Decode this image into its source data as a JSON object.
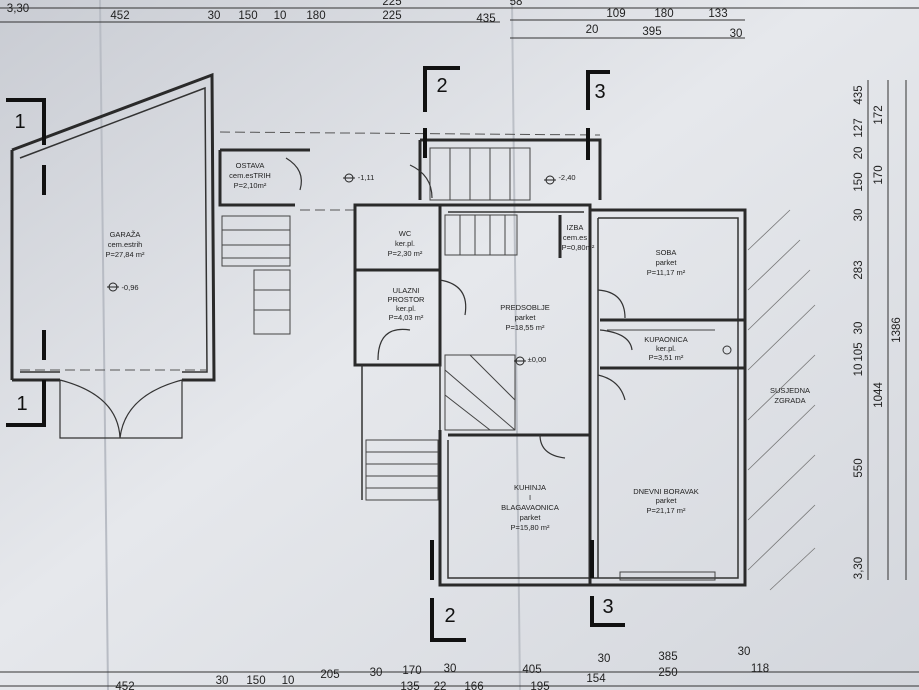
{
  "rooms": [
    {
      "name": "GARAŽA",
      "finish": "cem.estrih",
      "area": "P=27,84 m²"
    },
    {
      "name": "OSTAVA",
      "finish": "cem.esTRIH",
      "area": "P=2,10m²"
    },
    {
      "name": "WC",
      "finish": "ker.pl.",
      "area": "P=2,30 m²"
    },
    {
      "name": "ULAZNI",
      "name2": "PROSTOR",
      "finish": "ker.pl.",
      "area": "P=4,03 m²"
    },
    {
      "name": "PREDSOBLJE",
      "finish": "parket",
      "area": "P=18,55 m²"
    },
    {
      "name": "IZBA",
      "finish": "cem.es",
      "area": "P=0,80m²"
    },
    {
      "name": "SOBA",
      "finish": "parket",
      "area": "P=11,17 m²"
    },
    {
      "name": "KUPAONICA",
      "finish": "ker.pl.",
      "area": "P=3,51 m²"
    },
    {
      "name": "KUHINJA",
      "name2": "I",
      "name3": "BLAGAVAONICA",
      "finish": "parket",
      "area": "P=15,80 m²"
    },
    {
      "name": "DNEVNI BORAVAK",
      "finish": "parket",
      "area": "P=21,17 m²"
    }
  ],
  "levels": [
    "-0,96",
    "-1,11",
    "-2,40",
    "±0,00"
  ],
  "neighbor_label": [
    "SUSJEDNA",
    "ZGRADA"
  ],
  "section_markers": [
    "1",
    "1",
    "2",
    "2",
    "3",
    "3"
  ],
  "top_dims_row1": [
    "3,30",
    "452",
    "30",
    "150",
    "10",
    "180",
    "225",
    "109",
    "180",
    "133"
  ],
  "top_dims_row0": [
    "225",
    "58"
  ],
  "top_dims_row2": [
    "435",
    "20",
    "395",
    "30"
  ],
  "bottom_dims_row1": [
    "30",
    "150",
    "10",
    "205",
    "30",
    "170",
    "30",
    "405",
    "30",
    "385",
    "30"
  ],
  "bottom_dims_row2": [
    "452",
    "154",
    "250",
    "118"
  ],
  "bottom_dims_row3": [
    "195",
    "166",
    "22",
    "135"
  ],
  "right_dims": [
    "435",
    "127",
    "172",
    "20",
    "150",
    "170",
    "30",
    "283",
    "1386",
    "30",
    "105",
    "10",
    "1044",
    "550",
    "3,30"
  ]
}
